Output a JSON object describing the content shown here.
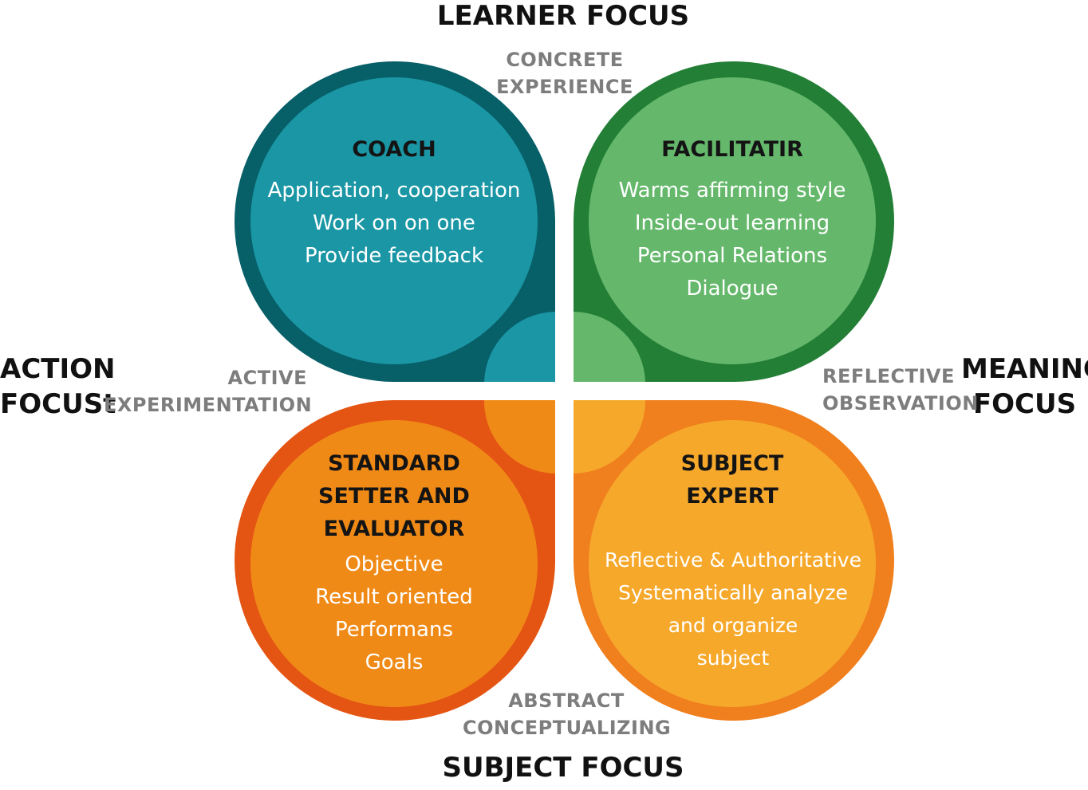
{
  "axes": {
    "top": "LEARNER FOCUS",
    "bottom": "SUBJECT FOCUS",
    "left": [
      "ACTION",
      "FOCUSt"
    ],
    "right": [
      "MEANING",
      "FOCUS"
    ]
  },
  "phases": {
    "top": [
      "CONCRETE",
      "EXPERIENCE"
    ],
    "left": [
      "ACTIVE",
      "EXPERIMENTATION"
    ],
    "right": [
      "REFLECTIVE",
      "OBSERVATION"
    ],
    "bottom": [
      "ABSTRACT",
      "CONCEPTUALIZING"
    ]
  },
  "quadrants": {
    "coach": {
      "title": [
        "COACH"
      ],
      "lines": [
        "Application, cooperation",
        "Work on on one",
        "Provide feedback"
      ],
      "outer_color": "#075f68",
      "inner_color": "#1a96a5"
    },
    "facilitator": {
      "title": [
        "FACILITATIR"
      ],
      "lines": [
        "Warms affirming style",
        "Inside-out learning",
        "Personal Relations",
        "Dialogue"
      ],
      "outer_color": "#237f36",
      "inner_color": "#65b86b"
    },
    "standard_setter": {
      "title": [
        "STANDARD",
        "SETTER AND",
        "EVALUATOR"
      ],
      "lines": [
        "Objective",
        "Result oriented",
        "Performans",
        "Goals"
      ],
      "outer_color": "#e45513",
      "inner_color": "#f08a17"
    },
    "subject_expert": {
      "title": [
        "SUBJECT",
        "EXPERT"
      ],
      "lines": [
        "Reflective & Authoritative",
        "Systematically analyze",
        "and organize",
        "subject"
      ],
      "outer_color": "#f07f1e",
      "inner_color": "#f6a82b"
    }
  }
}
